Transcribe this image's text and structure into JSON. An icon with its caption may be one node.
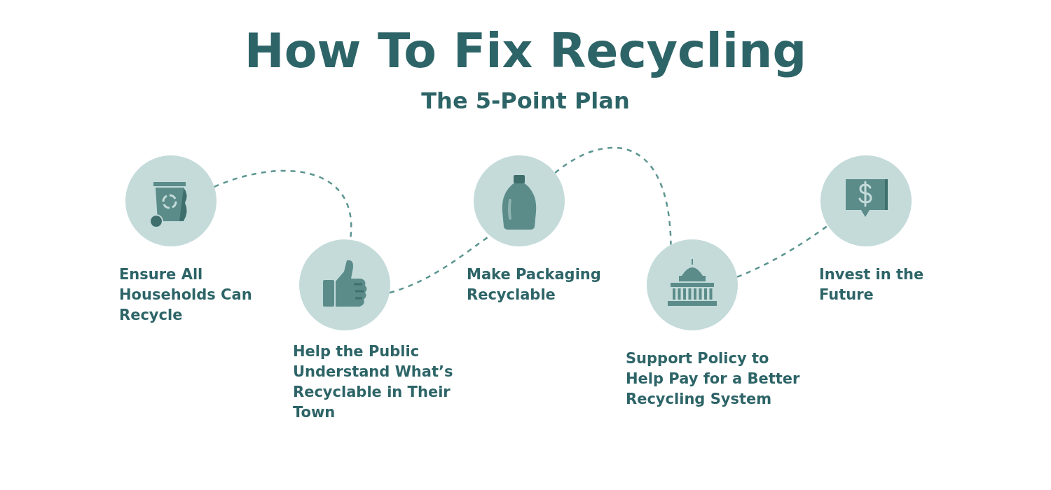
{
  "diagram": {
    "title": "How To Fix Recycling",
    "nodes": [
      {
        "text": [
          "Ensure All Households Can Recycle"
        ]
      },
      {
        "text": [
          "Help the Public Understand What’s Recyclable in Their Town"
        ]
      },
      {
        "text": [
          "Make Packaging Recyclable"
        ]
      },
      {
        "text": [
          "Support Policy to Help Pay for a Better Recycling System"
        ]
      },
      {
        "text": [
          "Invest in the Future"
        ]
      }
    ],
    "edges": [
      {
        "from": 0,
        "to": 1,
        "arrow": "none",
        "style": "dashed"
      },
      {
        "from": 1,
        "to": 2,
        "arrow": "none",
        "style": "dashed"
      },
      {
        "from": 2,
        "to": 3,
        "arrow": "none",
        "style": "dashed"
      },
      {
        "from": 3,
        "to": 4,
        "arrow": "none",
        "style": "dashed"
      }
    ],
    "labels": [
      "The 5-Point Plan"
    ]
  }
}
